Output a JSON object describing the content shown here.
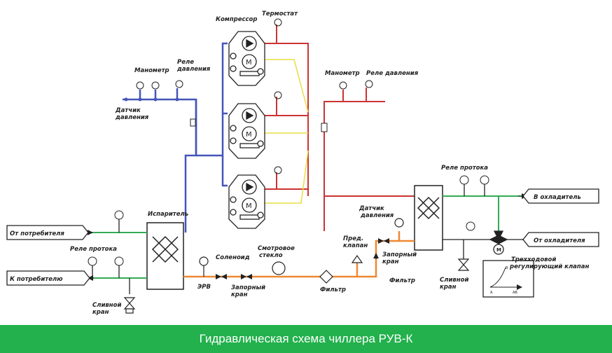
{
  "caption": "Гидравлическая схема чиллера РУВ-К",
  "labels": {
    "compressor": "Компрессор",
    "thermostat": "Термостат",
    "manometer_left": "Манометр",
    "pressure_relay_left": [
      "Реле",
      "давления"
    ],
    "pressure_sensor_left": [
      "Датчик",
      "давления"
    ],
    "manometer_right": "Манометр",
    "pressure_relay_right": "Реле давления",
    "evaporator": "Испаритель",
    "from_consumer": "От потребителя",
    "to_consumer": "К потребителю",
    "flow_relay_left": "Реле протока",
    "drain_valve_left": [
      "Сливной",
      "кран"
    ],
    "erv": "ЭРВ",
    "solenoid": "Соленоид",
    "shutoff_valve_left": [
      "Запорный",
      "кран"
    ],
    "sight_glass": [
      "Смотровое",
      "стекло"
    ],
    "filter_left": "Фильтр",
    "safety_valve": [
      "Пред.",
      "клапан"
    ],
    "shutoff_valve_right": [
      "Запорный",
      "кран"
    ],
    "filter_right": "Фильтр",
    "pressure_sensor_right": [
      "Датчик",
      "давления"
    ],
    "flow_relay_right": "Реле протока",
    "to_cooler": "В охладитель",
    "from_cooler": "От охладителя",
    "drain_valve_right": [
      "Сливной",
      "кран"
    ],
    "three_way_valve": [
      "Трехходовой",
      "регулирующий клапан"
    ],
    "valve_port_a": "A",
    "valve_port_ab": "AB",
    "valve_port_b": "B"
  },
  "colors": {
    "suction": "#4455bb",
    "discharge": "#cc3333",
    "liquid": "#ee8833",
    "water": "#33aa55",
    "oil": "#e8dd44",
    "caption_bg": "#22b14c"
  }
}
